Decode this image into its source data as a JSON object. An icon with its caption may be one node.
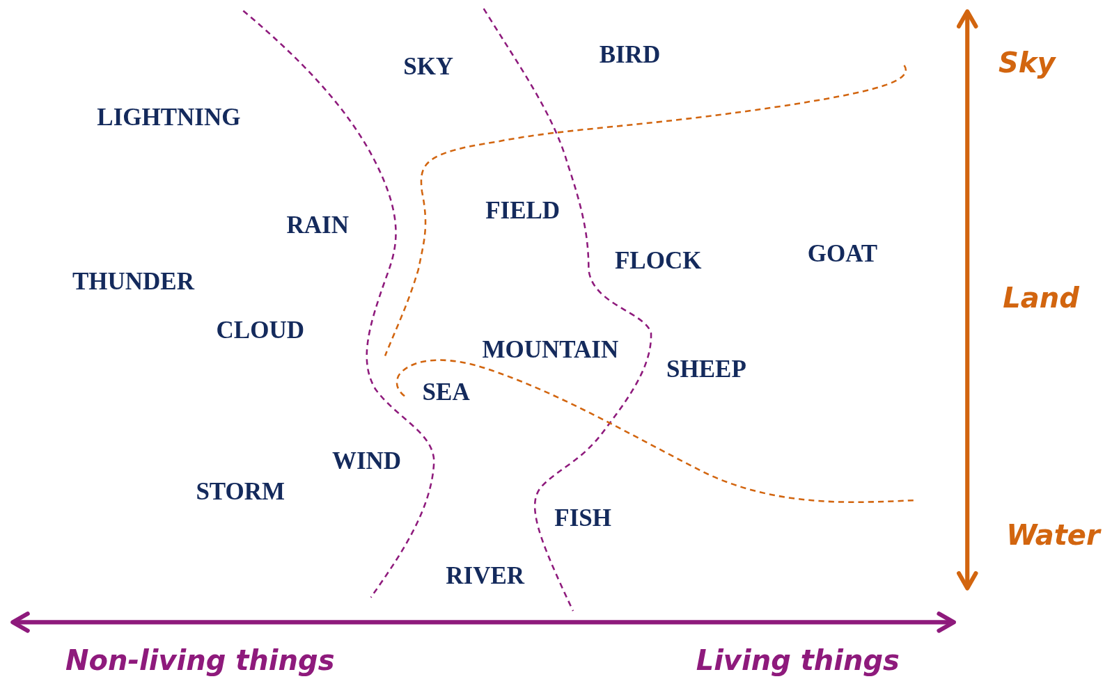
{
  "diagram": {
    "labels": [
      "BIRD",
      "SKY",
      "LIGHTNING",
      "FIELD",
      "RAIN",
      "GOAT",
      "FLOCK",
      "THUNDER",
      "CLOUD",
      "MOUNTAIN",
      "SHEEP",
      "SEA",
      "WIND",
      "STORM",
      "FISH",
      "RIVER",
      "Sky",
      "Land",
      "Water",
      "Non-living things",
      "Living things"
    ]
  }
}
